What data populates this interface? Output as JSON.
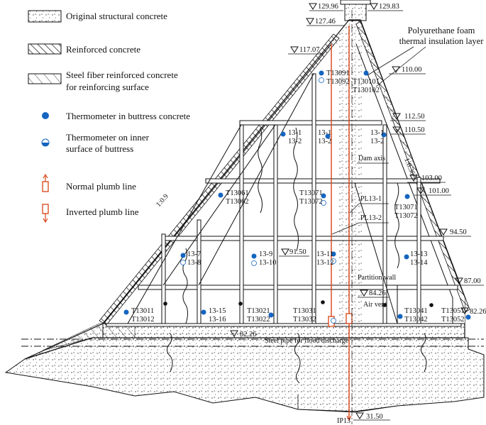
{
  "legend": {
    "original_concrete": "Original structural concrete",
    "reinforced_concrete": "Reinforced concrete",
    "steel_fiber_line1": "Steel fiber reinforced concrete",
    "steel_fiber_line2": "for reinforcing surface",
    "thermo_buttress": "Thermometer in buttress concrete",
    "thermo_surface_line1": "Thermometer on inner",
    "thermo_surface_line2": "surface of buttress",
    "normal_plumb": "Normal plumb line",
    "inverted_plumb": "Inverted plumb line"
  },
  "insulation_label": {
    "line1": "Polyurethane foam",
    "line2": "thermal insulation layer"
  },
  "slopes": {
    "upstream": "1:0.9",
    "downstream": "1:0.36"
  },
  "elevations": {
    "e12996": "129.96",
    "e12983": "129.83",
    "e12746": "127.46",
    "e11707": "117.07",
    "e11000": "110.00",
    "e11250": "112.50",
    "e11050": "110.50",
    "e10300": "103.00",
    "e10100": "101.00",
    "e9450": "94.50",
    "e9150": "91.50",
    "e8700": "87.00",
    "e8426": "84.26",
    "e8226": "82.26",
    "e8226b": "82.26",
    "e3150": "31.50"
  },
  "annotations": {
    "dam_axis": "Dam axis",
    "pl13_1": "PL13-1",
    "pl13_2": "PL13-2",
    "partition_wall": "Partition wall",
    "air_vent": "Air vent",
    "steel_pipe": "Steel pipe for flood discharge",
    "ip13": "IP13"
  },
  "thermometers": {
    "t13091": "T13091",
    "t13092": "T13092",
    "t130101": "T130101",
    "t130102": "T130102",
    "a13_1": "13-1",
    "a13_2": "13-2",
    "b13_1": "13-1",
    "b13_2": "13-2",
    "c13_1": "13-1",
    "c13_2": "13-2",
    "t13061": "T13061",
    "t13062": "T13062",
    "t13071a": "T13071",
    "t13072a": "T13072",
    "t13071b": "T13071",
    "t13072b": "T13072",
    "t13_7": "13-7",
    "t13_8": "13-8",
    "t13_9": "13-9",
    "t13_10": "13-10",
    "t13_11": "13-11",
    "t13_12": "13-12",
    "t13_13": "13-13",
    "t13_14": "13-14",
    "t13011": "T13011",
    "t13012": "T13012",
    "t13_15": "13-15",
    "t13_16": "13-16",
    "t13021": "T13021",
    "t13022": "T13022",
    "t13031": "T13031",
    "t13032": "T13032",
    "t13041": "T13041",
    "t13042": "T13042",
    "t13051": "T13051",
    "t13052": "T13052"
  },
  "colors": {
    "thermometer": "#1565c0",
    "plumb_line": "#d84315",
    "line": "#111111"
  }
}
